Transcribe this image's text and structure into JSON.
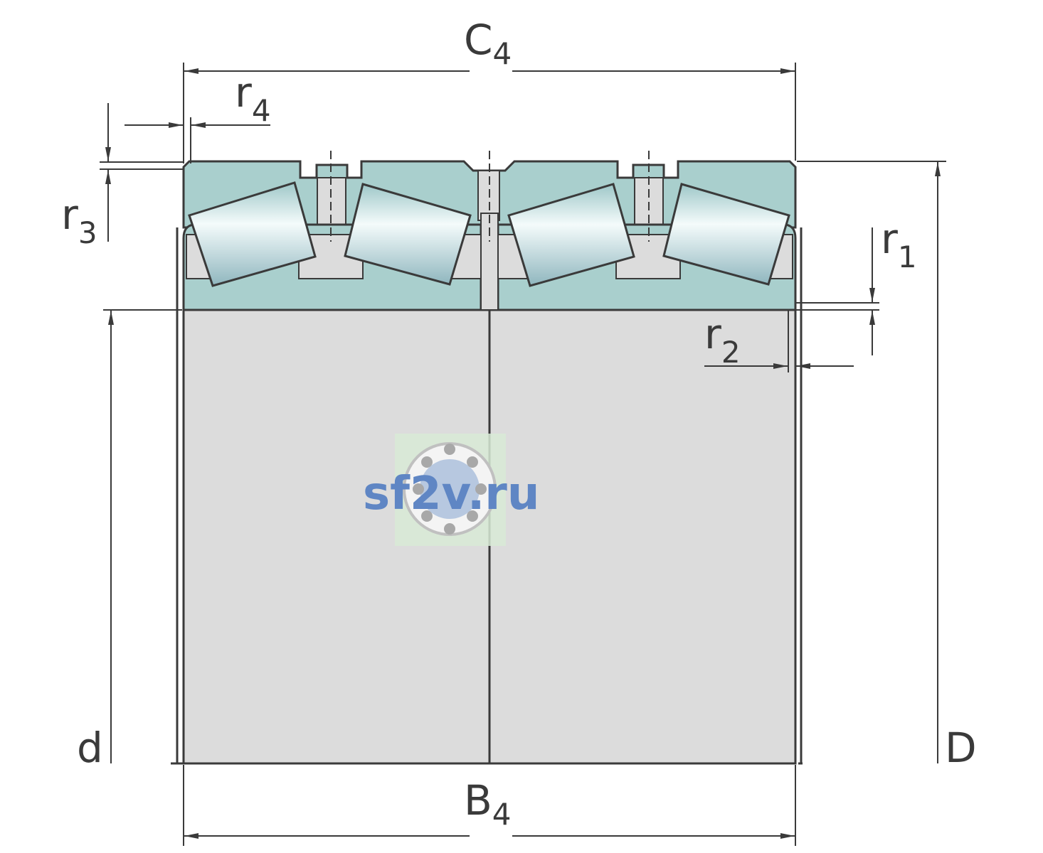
{
  "dimensions": {
    "C4": {
      "main": "C",
      "sub": "4"
    },
    "B4": {
      "main": "B",
      "sub": "4"
    },
    "d": {
      "main": "d"
    },
    "D": {
      "main": "D"
    },
    "r1": {
      "main": "r",
      "sub": "1"
    },
    "r2": {
      "main": "r",
      "sub": "2"
    },
    "r3": {
      "main": "r",
      "sub": "3"
    },
    "r4": {
      "main": "r",
      "sub": "4"
    }
  },
  "watermark": "sf2v.ru",
  "colors": {
    "outline": "#3a3a3a",
    "ring_fill": "#a9cfcd",
    "body_fill": "#dcdcdc",
    "roller_fill": "#d6ecec",
    "watermark": "#5f86c4"
  }
}
